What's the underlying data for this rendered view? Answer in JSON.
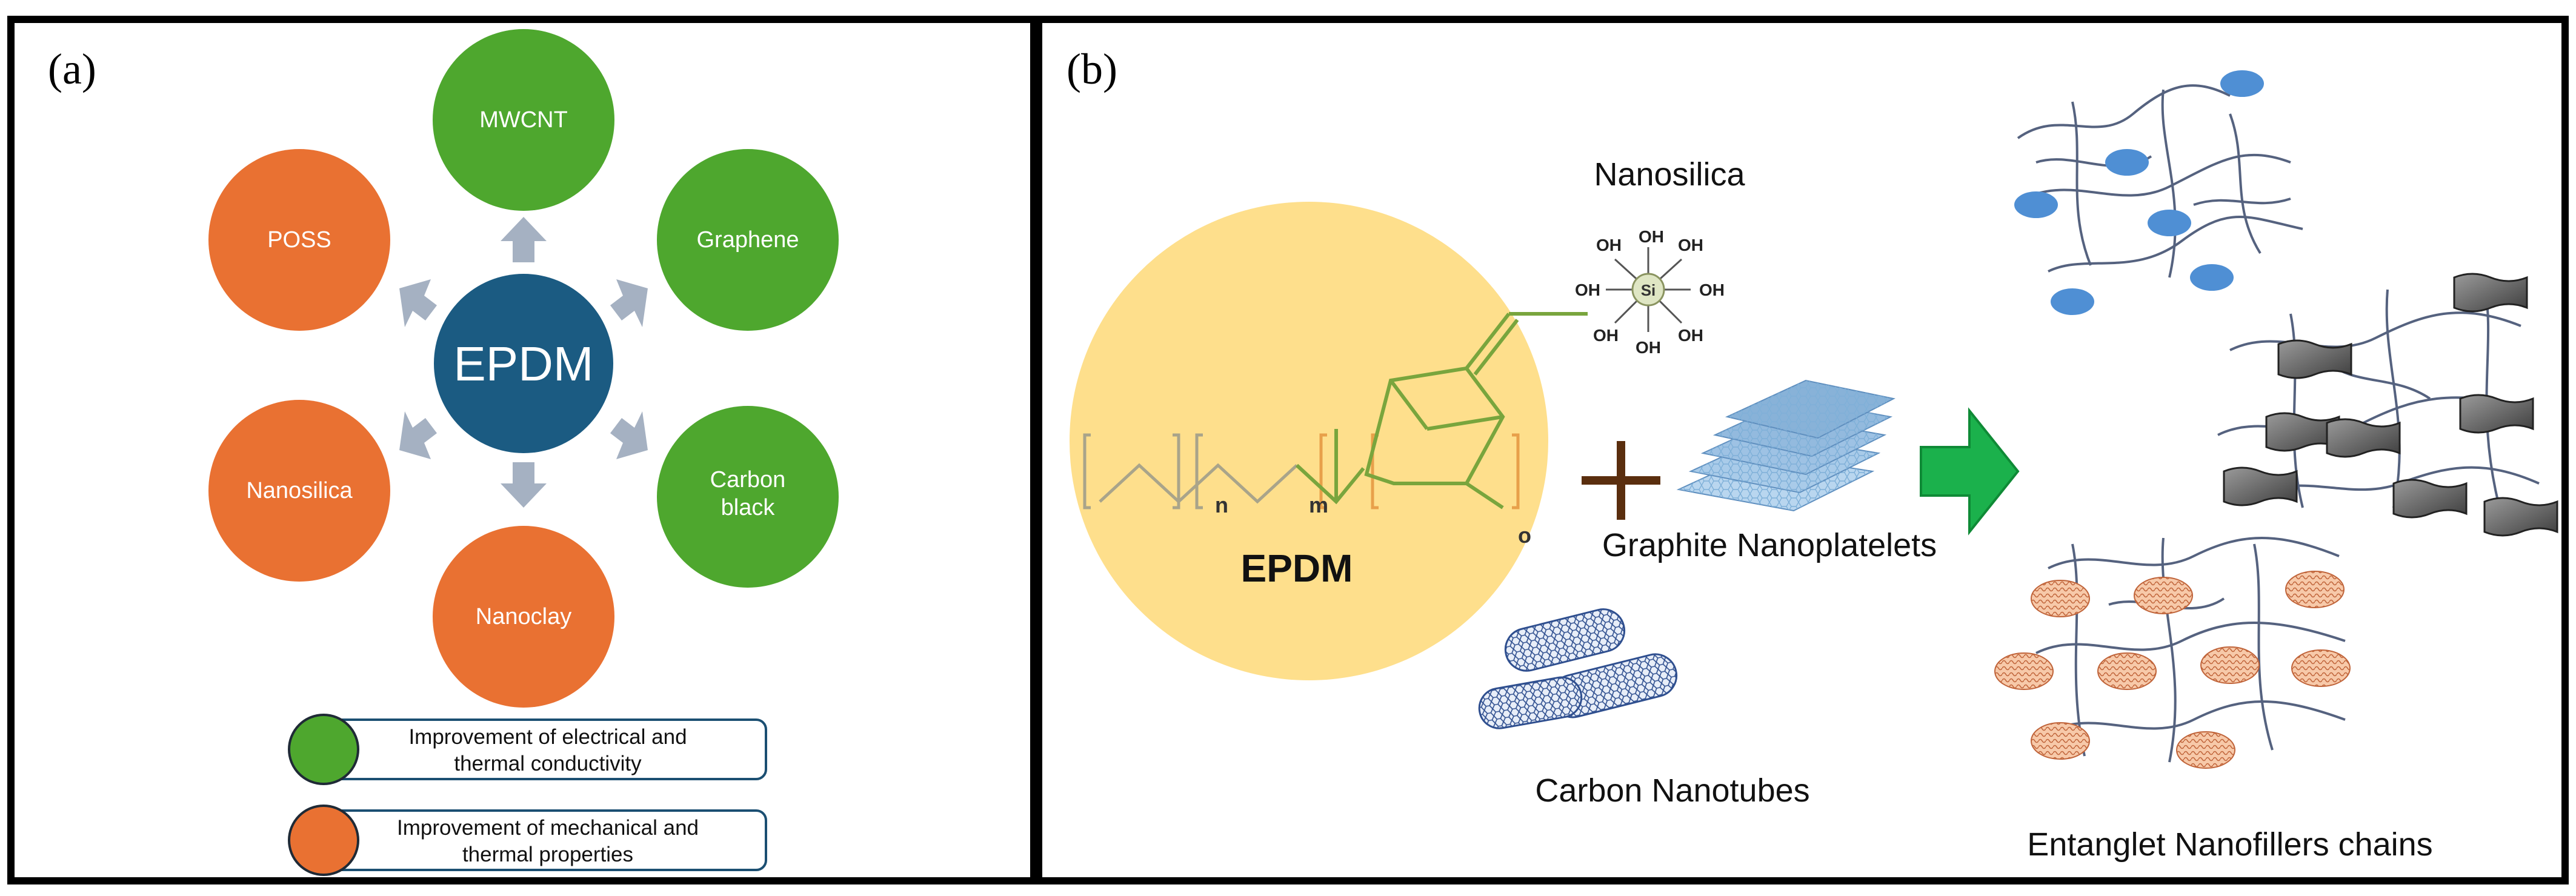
{
  "panel_a": {
    "label": "(a)",
    "center": "EPDM",
    "fillers": {
      "mwcnt": "MWCNT",
      "graphene": "Graphene",
      "carbon_black_line1": "Carbon",
      "carbon_black_line2": "black",
      "nanoclay": "Nanoclay",
      "nanosilica": "Nanosilica",
      "poss": "POSS"
    },
    "legend": {
      "green_line1": "Improvement of electrical and",
      "green_line2": "thermal conductivity",
      "orange_line1": "Improvement of mechanical and",
      "orange_line2": "thermal properties"
    },
    "colors": {
      "center": "#1b5b82",
      "green": "#4ea72e",
      "orange": "#e97132",
      "arrow": "#a5b1c2"
    }
  },
  "panel_b": {
    "label": "(b)",
    "nanosilica_label": "Nanosilica",
    "silica_center": "Si",
    "silica_group": "OH",
    "epdm_label": "EPDM",
    "subscripts": {
      "n": "n",
      "m": "m",
      "o": "o"
    },
    "graphite_label": "Graphite Nanoplatelets",
    "cnt_label": "Carbon Nanotubes",
    "result_label": "Entanglet Nanofillers chains",
    "colors": {
      "epdm_circle": "#fedf8c",
      "arrow": "#1bb14c",
      "plus": "#5a2e0e"
    }
  }
}
